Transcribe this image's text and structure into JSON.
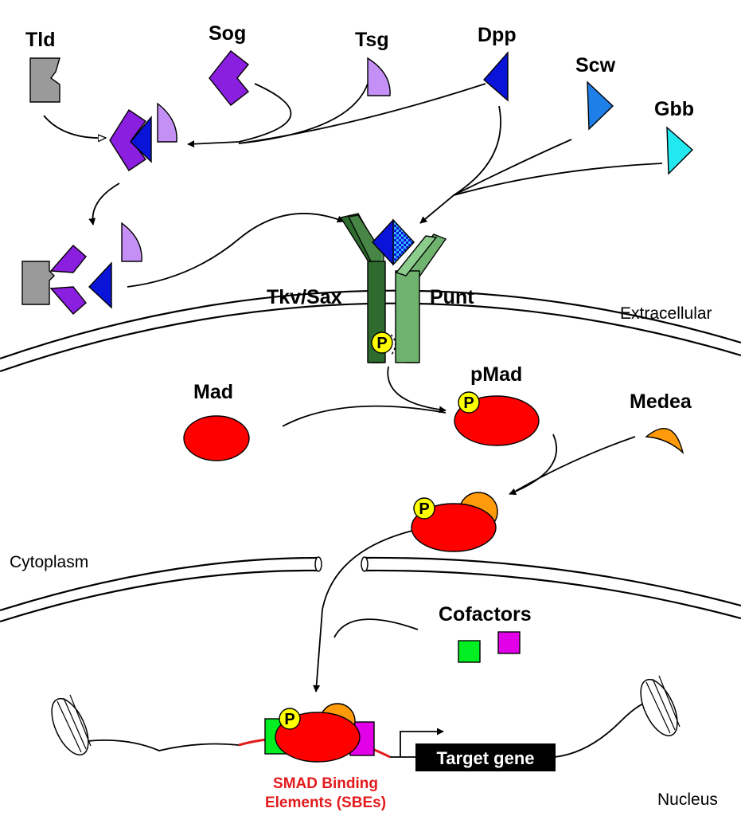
{
  "labels": {
    "tld": "Tld",
    "sog": "Sog",
    "tsg": "Tsg",
    "dpp": "Dpp",
    "scw": "Scw",
    "gbb": "Gbb",
    "tkv_sax": "Tkv/Sax",
    "punt": "Punt",
    "mad": "Mad",
    "pmad": "pMad",
    "medea": "Medea",
    "cofactors": "Cofactors",
    "target_gene": "Target gene",
    "sbe_line1": "SMAD Binding",
    "sbe_line2": "Elements (SBEs)",
    "phospho": "P"
  },
  "regions": {
    "extracellular": "Extracellular",
    "cytoplasm": "Cytoplasm",
    "nucleus": "Nucleus"
  },
  "colors": {
    "sog_purple": "#8b1fe0",
    "tsg_lilac": "#c490f5",
    "dpp_blue": "#0a14d8",
    "scw_blue": "#1e7fe8",
    "gbb_cyan": "#22e8f0",
    "tld_gray": "#9a9a9a",
    "receptor_dark": "#2e6b2e",
    "receptor_light": "#6fb36f",
    "smad_red": "#ff0000",
    "medea_orange": "#ff9a0a",
    "phospho_yellow": "#ffff00",
    "cofactor_green": "#00ee22",
    "cofactor_magenta": "#e200e8",
    "sbe_red": "#e31a1c"
  }
}
